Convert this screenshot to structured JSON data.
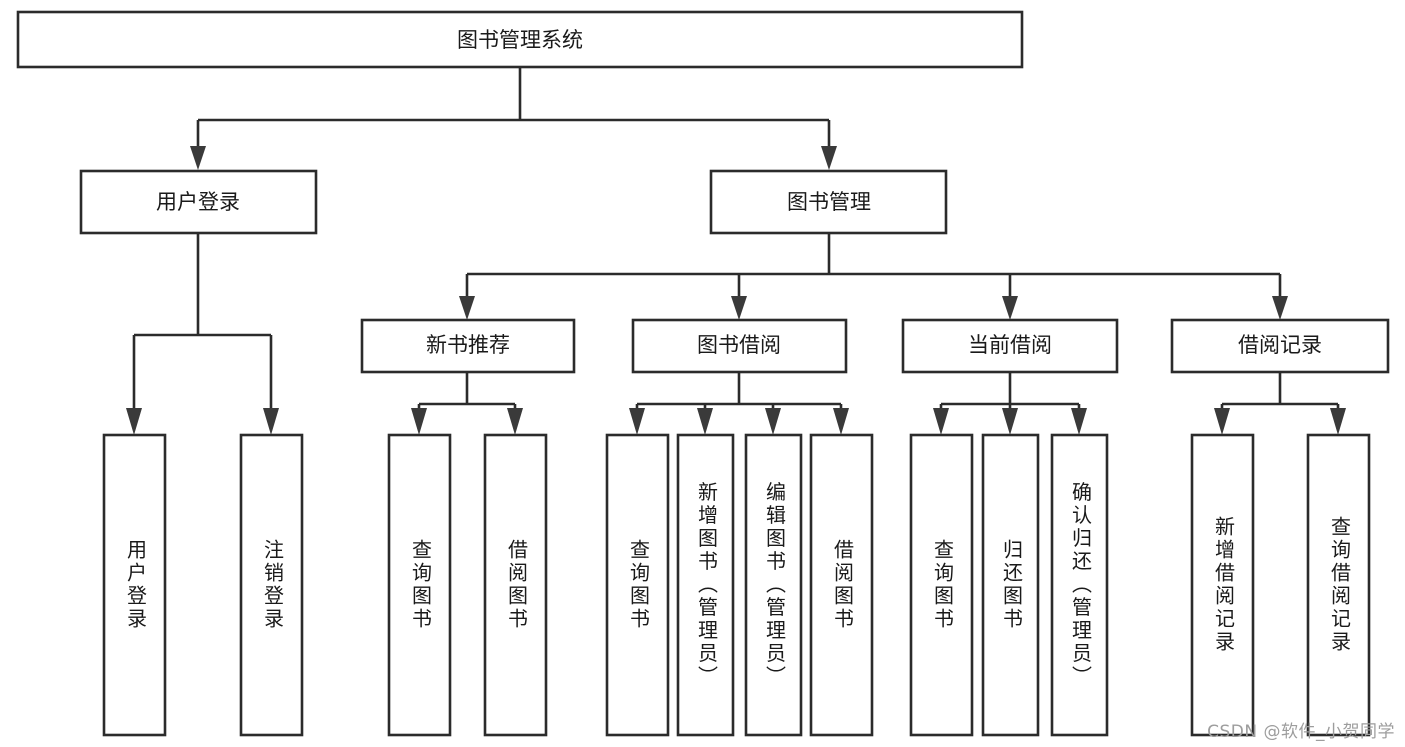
{
  "diagram": {
    "title": "图书管理系统",
    "type": "functional-structure-tree",
    "colors": {
      "background": "#ffffff",
      "box_stroke": "#2b2b2b",
      "box_fill": "#ffffff",
      "text": "#1a1a1a",
      "arrow": "#3a3a3a",
      "watermark": "#9d9d9d"
    },
    "root": {
      "label": "图书管理系统"
    },
    "level2": [
      {
        "id": "user-login",
        "label": "用户登录"
      },
      {
        "id": "book-manage",
        "label": "图书管理"
      }
    ],
    "level3": [
      {
        "id": "new-book-rec",
        "label": "新书推荐"
      },
      {
        "id": "book-borrow",
        "label": "图书借阅"
      },
      {
        "id": "current-borrow",
        "label": "当前借阅"
      },
      {
        "id": "borrow-record",
        "label": "借阅记录"
      }
    ],
    "leaves": {
      "user_login": [
        {
          "id": "leaf-user-login",
          "label": "用户登录"
        },
        {
          "id": "leaf-user-logout",
          "label": "注销登录"
        }
      ],
      "new_book_rec": [
        {
          "id": "leaf-query-book-1",
          "label": "查询图书"
        },
        {
          "id": "leaf-borrow-book-1",
          "label": "借阅图书"
        }
      ],
      "book_borrow": [
        {
          "id": "leaf-query-book-2",
          "label": "查询图书"
        },
        {
          "id": "leaf-add-book",
          "label": "新增图书（管理员）"
        },
        {
          "id": "leaf-edit-book",
          "label": "编辑图书（管理员）"
        },
        {
          "id": "leaf-borrow-book-2",
          "label": "借阅图书"
        }
      ],
      "current_borrow": [
        {
          "id": "leaf-query-book-3",
          "label": "查询图书"
        },
        {
          "id": "leaf-return-book",
          "label": "归还图书"
        },
        {
          "id": "leaf-confirm-return",
          "label": "确认归还（管理员）"
        }
      ],
      "borrow_record": [
        {
          "id": "leaf-add-record",
          "label": "新增借阅记录"
        },
        {
          "id": "leaf-query-record",
          "label": "查询借阅记录"
        }
      ]
    }
  },
  "watermark": {
    "text": "CSDN @软件_小贺同学"
  }
}
